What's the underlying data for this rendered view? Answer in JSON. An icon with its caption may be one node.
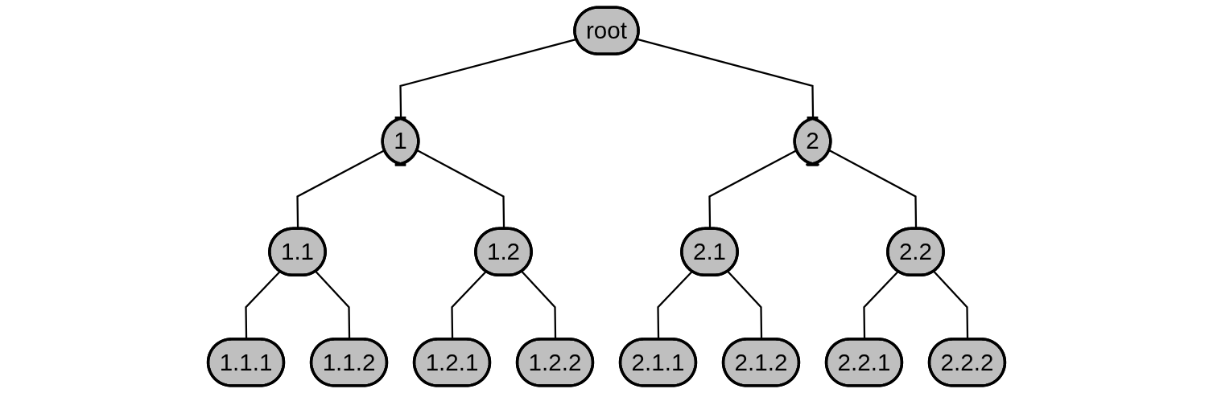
{
  "diagram": {
    "nodes": [
      {
        "text": [
          "root"
        ]
      },
      {
        "text": [
          "1"
        ]
      },
      {
        "text": [
          "2"
        ]
      },
      {
        "text": [
          "1.1"
        ]
      },
      {
        "text": [
          "1.2"
        ]
      },
      {
        "text": [
          "2.1"
        ]
      },
      {
        "text": [
          "2.2"
        ]
      },
      {
        "text": [
          "1.1.1"
        ]
      },
      {
        "text": [
          "1.1.2"
        ]
      },
      {
        "text": [
          "1.2.1"
        ]
      },
      {
        "text": [
          "1.2.2"
        ]
      },
      {
        "text": [
          "2.1.1"
        ]
      },
      {
        "text": [
          "2.1.2"
        ]
      },
      {
        "text": [
          "2.2.1"
        ]
      },
      {
        "text": [
          "2.2.2"
        ]
      }
    ],
    "edges": [
      {
        "from": 0,
        "to": 1,
        "arrow": "none"
      },
      {
        "from": 0,
        "to": 2,
        "arrow": "none"
      },
      {
        "from": 1,
        "to": 3,
        "arrow": "none"
      },
      {
        "from": 1,
        "to": 4,
        "arrow": "none"
      },
      {
        "from": 2,
        "to": 5,
        "arrow": "none"
      },
      {
        "from": 2,
        "to": 6,
        "arrow": "none"
      },
      {
        "from": 3,
        "to": 7,
        "arrow": "none"
      },
      {
        "from": 3,
        "to": 8,
        "arrow": "none"
      },
      {
        "from": 4,
        "to": 9,
        "arrow": "none"
      },
      {
        "from": 4,
        "to": 10,
        "arrow": "none"
      },
      {
        "from": 5,
        "to": 11,
        "arrow": "none"
      },
      {
        "from": 5,
        "to": 12,
        "arrow": "none"
      },
      {
        "from": 6,
        "to": 13,
        "arrow": "none"
      },
      {
        "from": 6,
        "to": 14,
        "arrow": "none"
      }
    ]
  }
}
